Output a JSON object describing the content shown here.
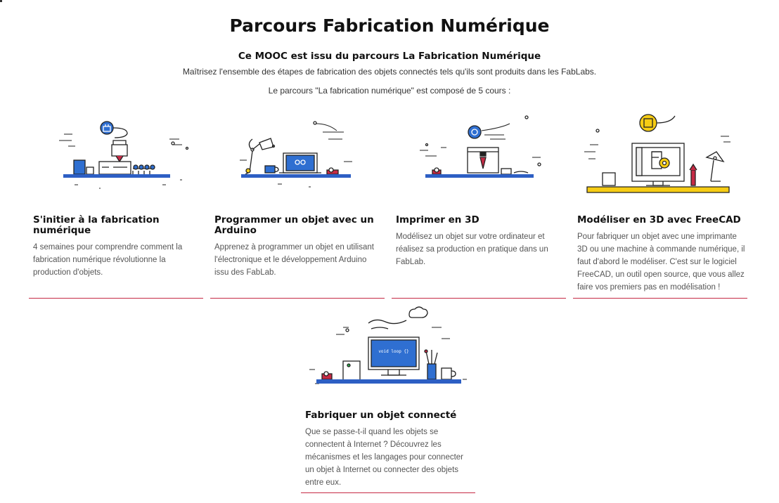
{
  "page": {
    "title": "Parcours Fabrication Numérique",
    "subtitle": "Ce MOOC est issu du parcours La Fabrication Numérique",
    "intro_line1": "Maîtrisez l'ensemble des étapes de fabrication des objets connectés tels qu'ils sont produits dans les FabLabs.",
    "intro_line2": "Le parcours \"La fabrication numérique\" est composé de 5 cours :"
  },
  "courses": [
    {
      "title": "S'initier à la fabrication numérique",
      "description": "4 semaines pour comprendre comment la fabrication numérique révolutionne la production d'objets.",
      "illustration": "3d-printer-robot-icon"
    },
    {
      "title": "Programmer un objet avec un Arduino",
      "description": "Apprenez à programmer un objet en utilisant l'électronique et le développement Arduino issu des FabLab.",
      "illustration": "laptop-arduino-icon"
    },
    {
      "title": "Imprimer en 3D",
      "description": "Modélisez un objet sur votre ordinateur et réalisez sa production en pratique dans un FabLab.",
      "illustration": "3d-printer-icon"
    },
    {
      "title": "Modéliser en 3D avec FreeCAD",
      "description": "Pour fabriquer un objet avec une imprimante 3D ou une machine à commande numérique, il faut d'abord le modéliser. C'est sur le logiciel FreeCAD, un outil open source, que vous allez faire vos premiers pas en modélisation !",
      "illustration": "freecad-monitor-icon"
    },
    {
      "title": "Fabriquer un objet connecté",
      "description": "Que se passe-t-il quand les objets se connectent à Internet ? Découvrez les mécanismes et les langages pour connecter un objet à Internet ou connecter des objets entre eux.",
      "illustration": "monitor-code-icon",
      "screen_code": "void loop {}"
    }
  ],
  "colors": {
    "accent_red": "#c62a45",
    "shelf_blue": "#2d5fc4",
    "shelf_yellow": "#f6cc14",
    "badge_blue": "#2f6fd1",
    "desc_gray": "#555555"
  }
}
